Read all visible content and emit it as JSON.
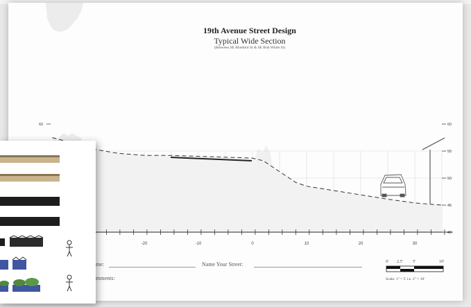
{
  "title": "19th Avenue Street Design",
  "subtitle": "Typical Wide Section",
  "note": "(Between SE Bluebird St & SE Bob White St)",
  "chart_data": {
    "type": "line",
    "title": "",
    "xlabel": "",
    "ylabel": "",
    "x_ticks": [
      "-20",
      "-10",
      "0",
      "10",
      "20",
      "30"
    ],
    "y_ticks_left": [
      "60"
    ],
    "y_ticks_right": [
      "60",
      "55",
      "50",
      "45",
      "40"
    ],
    "series": [
      {
        "x": [
          -37,
          -29,
          -25,
          -20,
          -15,
          0,
          2,
          5,
          8,
          10,
          15,
          20,
          25,
          30,
          35
        ],
        "y": [
          57.5,
          55.3,
          54.6,
          54.2,
          54.2,
          53.7,
          53.2,
          51.2,
          49.2,
          48.5,
          47.7,
          46.9,
          46.1,
          45.4,
          45.0
        ],
        "style": "dashed"
      }
    ],
    "grid": true
  },
  "form": {
    "name_label": "me:",
    "street_label": "Name Your Street:",
    "comments_label": "mments:"
  },
  "scale_bar": {
    "ticks": [
      "0'",
      "2.5'",
      "5'",
      "10'"
    ],
    "caption": "Scale: 1\" = 5'  i.e.  2\" = 10'"
  }
}
